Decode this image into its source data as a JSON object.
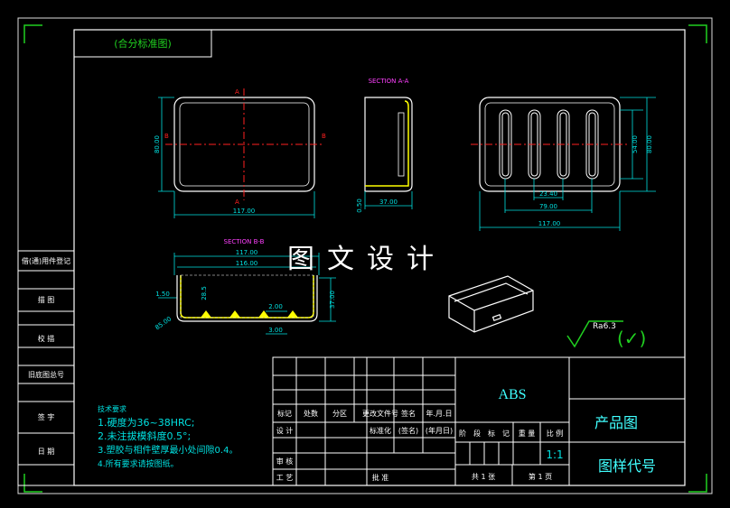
{
  "header": {
    "title_box": "(合分标准图)"
  },
  "views": {
    "front": {
      "width_dim": "117.00",
      "height_dim": "80.00",
      "marker_a": "A",
      "marker_b": "B"
    },
    "section_aa": {
      "title": "SECTION A-A",
      "wall_dim": "0.50",
      "depth_dim": "37.00"
    },
    "bottom": {
      "dim_23": "23.40",
      "dim_79": "79.00",
      "dim_117": "117.00",
      "dim_54": "54.00",
      "dim_80": "80.00"
    },
    "section_bb": {
      "title": "SECTION B-B",
      "dim_117": "117.00",
      "dim_116": "116.00",
      "dim_150": "1.50",
      "dim_280": "28.5",
      "dim_200": "2.00",
      "dim_300": "3.00",
      "dim_37": "37.00",
      "dim_side": "85.00"
    }
  },
  "watermark": "图文设计",
  "surface_finish": {
    "label": "Ra6.3",
    "symbol": "(✓)"
  },
  "left_strip": [
    "借(通)用件登记",
    "描 图",
    "校 描",
    "旧底图总号",
    "签 字",
    "日 期"
  ],
  "tech_notes": {
    "title": "技术要求",
    "items": [
      "1.硬度为36~38HRC;",
      "2.未注拔模斜度0.5°;",
      "3.塑胶与相件壁厚最小处间隙0.4。",
      "4.所有要求请按图纸。"
    ]
  },
  "title_block": {
    "row_labels": [
      "标记",
      "处数",
      "分区",
      "更改文件号",
      "签名",
      "年.月.日"
    ],
    "design": "设 计",
    "standardize": "标准化",
    "sign": "(签名)",
    "date": "(年月日)",
    "review": "审 核",
    "process": "工 艺",
    "approve": "批 准",
    "stage_labels": [
      "阶",
      "段",
      "标",
      "记",
      "重 量",
      "比 例"
    ],
    "scale": "1:1",
    "material": "ABS",
    "product_name": "产品图",
    "drawing_no": "图样代号",
    "sheet_total": "共 1 张",
    "sheet_num": "第 1 页"
  },
  "colors": {
    "frame": "#ffffff",
    "dim": "#00e0e0",
    "green": "#20d020",
    "red": "#ff2020",
    "yellow": "#ffff00",
    "magenta": "#ff40ff",
    "text": "#40ffff"
  }
}
